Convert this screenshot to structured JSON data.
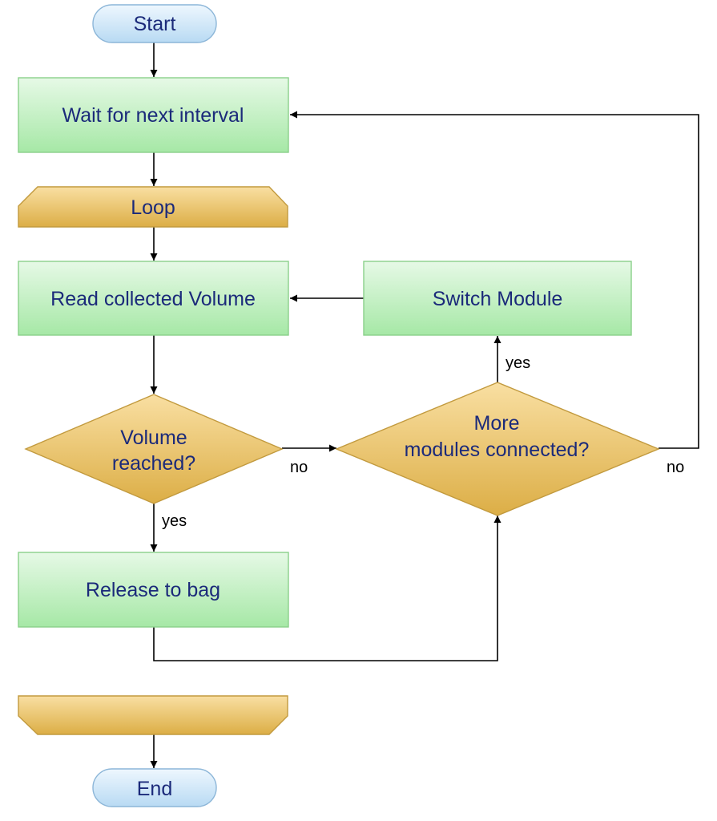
{
  "flowchart": {
    "start": {
      "label": "Start"
    },
    "wait": {
      "label": "Wait for next interval"
    },
    "loop_begin": {
      "label": "Loop"
    },
    "read_volume": {
      "label": "Read collected Volume"
    },
    "switch_module": {
      "label": "Switch Module"
    },
    "volume_decision": {
      "label_line1": "Volume",
      "label_line2": "reached?"
    },
    "modules_decision": {
      "label_line1": "More",
      "label_line2": "modules connected?"
    },
    "release": {
      "label": "Release to bag"
    },
    "loop_end": {
      "label": ""
    },
    "end": {
      "label": "End"
    },
    "edges": {
      "volume_yes": "yes",
      "volume_no": "no",
      "modules_yes": "yes",
      "modules_no": "no"
    }
  },
  "colors": {
    "process_fill_top": "#e4f8e4",
    "process_fill_bottom": "#a8eaa8",
    "process_stroke": "#8ad08a",
    "decision_fill_top": "#f8dea0",
    "decision_fill_bottom": "#ddb048",
    "decision_stroke": "#c29a3e",
    "terminal_fill_top": "#eaf5fd",
    "terminal_fill_bottom": "#bcdcf4",
    "terminal_stroke": "#8ab4d6",
    "text": "#1b2a7a"
  }
}
